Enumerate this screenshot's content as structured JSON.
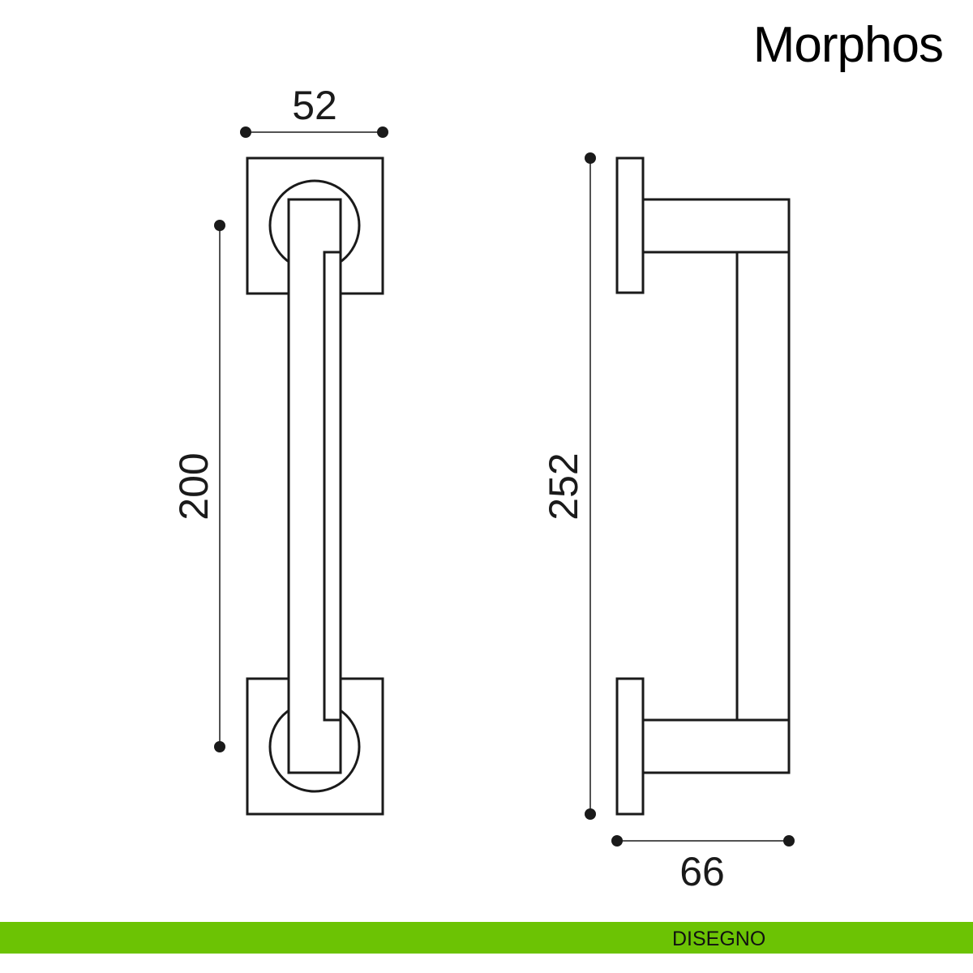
{
  "title": "Morphos",
  "footer": {
    "label": "DISEGNO",
    "color": "#6cc304"
  },
  "dimensions": {
    "rose_width": "52",
    "center_distance": "200",
    "total_length": "252",
    "projection": "66"
  },
  "line_color": "#1a1a1a"
}
